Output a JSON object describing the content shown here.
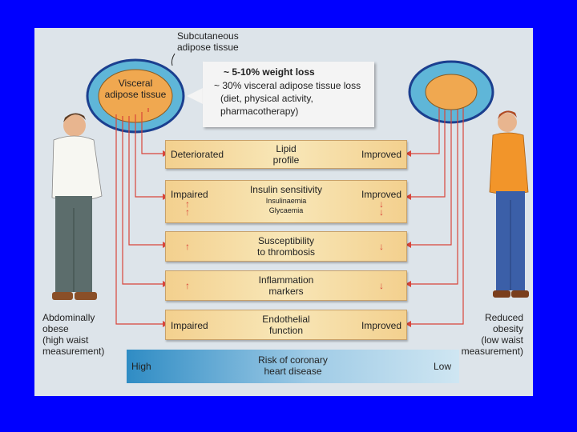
{
  "top": {
    "subcutaneous": "Subcutaneous\nadipose tissue",
    "visceral": "Visceral\nadipose tissue"
  },
  "callout": {
    "headline": "~ 5-10% weight loss",
    "line1": "~ 30% visceral adipose tissue loss",
    "line2": "(diet, physical activity,",
    "line3": "pharmacotherapy)"
  },
  "rows": [
    {
      "left": "Deteriorated",
      "center": "Lipid\nprofile",
      "sub": "",
      "right": "Improved"
    },
    {
      "left": "Impaired",
      "center": "Insulin sensitivity",
      "sub": "Insulinaemia\nGlycaemia",
      "right": "Improved"
    },
    {
      "left": "",
      "center": "Susceptibility\nto thrombosis",
      "sub": "",
      "right": ""
    },
    {
      "left": "",
      "center": "Inflammation\nmarkers",
      "sub": "",
      "right": ""
    },
    {
      "left": "Impaired",
      "center": "Endothelial\nfunction",
      "sub": "",
      "right": "Improved"
    }
  ],
  "left_person": {
    "caption": "Abdominally\nobese\n(high waist\nmeasurement)"
  },
  "right_person": {
    "caption": "Reduced\nobesity\n(low waist\nmeasurement)"
  },
  "risk": {
    "low_end": "High",
    "title": "Risk of coronary\nheart disease",
    "high_end": "Low"
  },
  "colors": {
    "background": "#0000ff",
    "panel": "#dde4ea",
    "row_fill": "#f3d08e",
    "arrow": "#d9453a",
    "risk_dark": "#2f8cc4"
  }
}
